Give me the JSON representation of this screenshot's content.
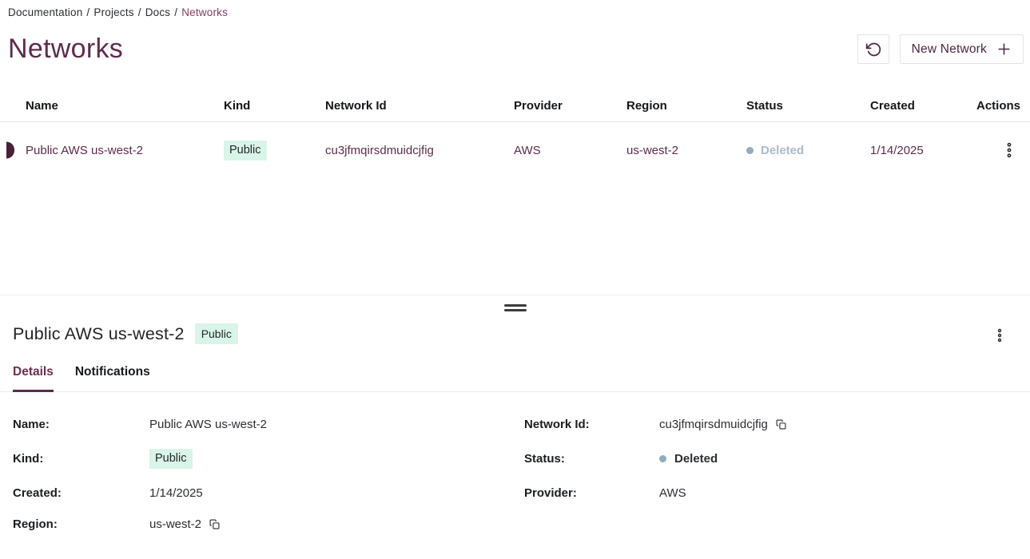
{
  "breadcrumb": {
    "separator": "/",
    "items": [
      "Documentation",
      "Projects",
      "Docs"
    ],
    "current": "Networks"
  },
  "header": {
    "title": "Networks",
    "refresh_icon": "refresh-counterclockwise",
    "new_network_label": "New Network",
    "plus_icon": "plus"
  },
  "table": {
    "columns": [
      "Name",
      "Kind",
      "Network Id",
      "Provider",
      "Region",
      "Status",
      "Created",
      "Actions"
    ],
    "rows": [
      {
        "name": "Public AWS us-west-2",
        "kind": "Public",
        "network_id": "cu3jfmqirsdmuidcjfig",
        "provider": "AWS",
        "region": "us-west-2",
        "status": "Deleted",
        "created": "1/14/2025",
        "actions_icon": "kebab-menu",
        "selected": true
      }
    ]
  },
  "splitter": {
    "handle_icon": "drag-handle"
  },
  "panel": {
    "title": "Public AWS us-west-2",
    "badge": "Public",
    "kebab_icon": "kebab-menu",
    "tabs": [
      {
        "label": "Details",
        "active": true
      },
      {
        "label": "Notifications",
        "active": false
      }
    ],
    "details": {
      "name": {
        "label": "Name:",
        "value": "Public AWS us-west-2"
      },
      "network_id": {
        "label": "Network Id:",
        "value": "cu3jfmqirsdmuidcjfig",
        "copy_icon": "copy"
      },
      "kind": {
        "label": "Kind:",
        "value": "Public"
      },
      "status": {
        "label": "Status:",
        "value": "Deleted"
      },
      "created": {
        "label": "Created:",
        "value": "1/14/2025"
      },
      "provider": {
        "label": "Provider:",
        "value": "AWS"
      },
      "region": {
        "label": "Region:",
        "value": "us-west-2",
        "copy_icon": "copy"
      }
    }
  },
  "colors": {
    "accent_maroon": "#5d2b4d",
    "row_text_maroon": "#5e2b49",
    "badge_bg": "#d9f4e8",
    "status_gray": "#a9bcc9",
    "border_gray": "#e7e9ec"
  }
}
